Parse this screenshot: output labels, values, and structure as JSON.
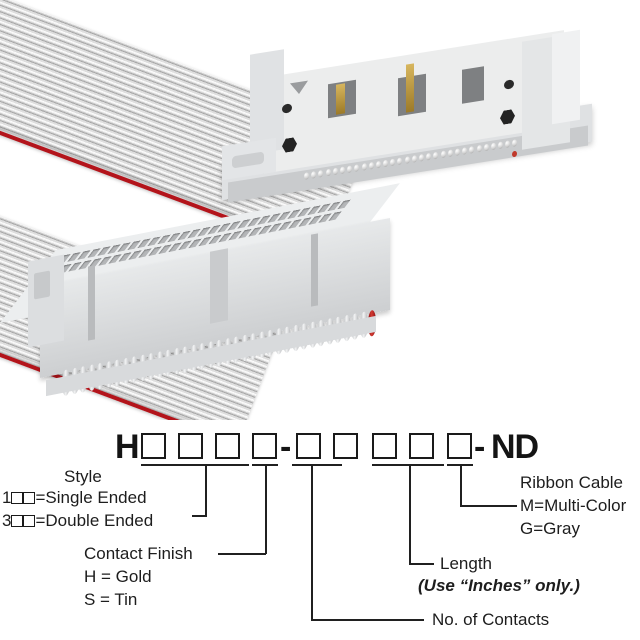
{
  "product_image": {
    "alt": "Gray ribbon cable assembly with two IDC connectors",
    "cable_color": "#d9d9d9",
    "stripe_color": "#b3141b",
    "connector_color": "#e8e9ea",
    "top_connector": "male-shrouded-header",
    "bottom_connector": "idc-socket-connector"
  },
  "part_number": {
    "prefix": "H",
    "segment1_boxes": 4,
    "separator1": "-",
    "segment2_boxes": 5,
    "separator2": "-",
    "suffix": "ND",
    "full_display": "H□□□□-□□□□□-ND"
  },
  "callouts": {
    "style": {
      "title": "Style",
      "options": [
        {
          "code_prefix": "1",
          "boxes": 2,
          "equals": "=",
          "label": "Single Ended"
        },
        {
          "code_prefix": "3",
          "boxes": 2,
          "equals": "=",
          "label": "Double Ended"
        }
      ]
    },
    "contact_finish": {
      "title": "Contact Finish",
      "options": [
        "H = Gold",
        "S = Tin"
      ]
    },
    "no_of_contacts": {
      "title": "No. of Contacts"
    },
    "length": {
      "title": "Length",
      "note": "(Use “Inches” only.)"
    },
    "ribbon_cable": {
      "title": "Ribbon Cable",
      "options": [
        "M=Multi-Color",
        "G=Gray"
      ]
    }
  },
  "colors": {
    "ink": "#1a1a1a",
    "line": "#3a3a3a",
    "background": "#ffffff",
    "red_stripe": "#b3141b",
    "gold_pin": "#b8912f"
  }
}
